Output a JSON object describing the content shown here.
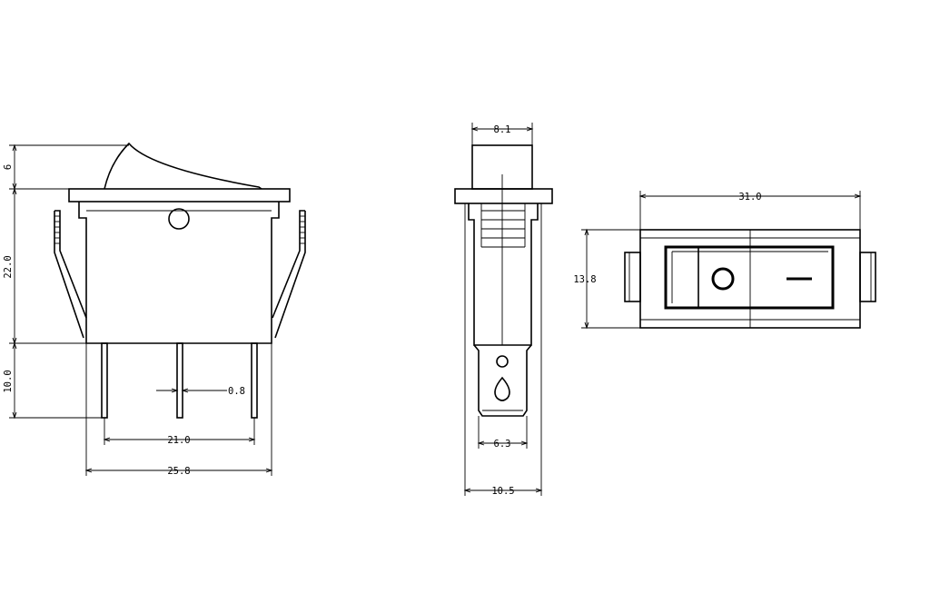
{
  "side_view": {
    "dim_rocker": "6",
    "dim_body_height": "22.0",
    "dim_pin_length": "10.0",
    "dim_pin_thickness": "0.8",
    "dim_pin_spacing": "21.0",
    "dim_body_width": "25.8"
  },
  "end_view": {
    "dim_top": "8.1",
    "dim_terminal": "6.3",
    "dim_width": "10.5"
  },
  "top_view": {
    "dim_length": "31.0",
    "dim_height": "13.8",
    "symbol_off": "O",
    "symbol_on": "I"
  }
}
